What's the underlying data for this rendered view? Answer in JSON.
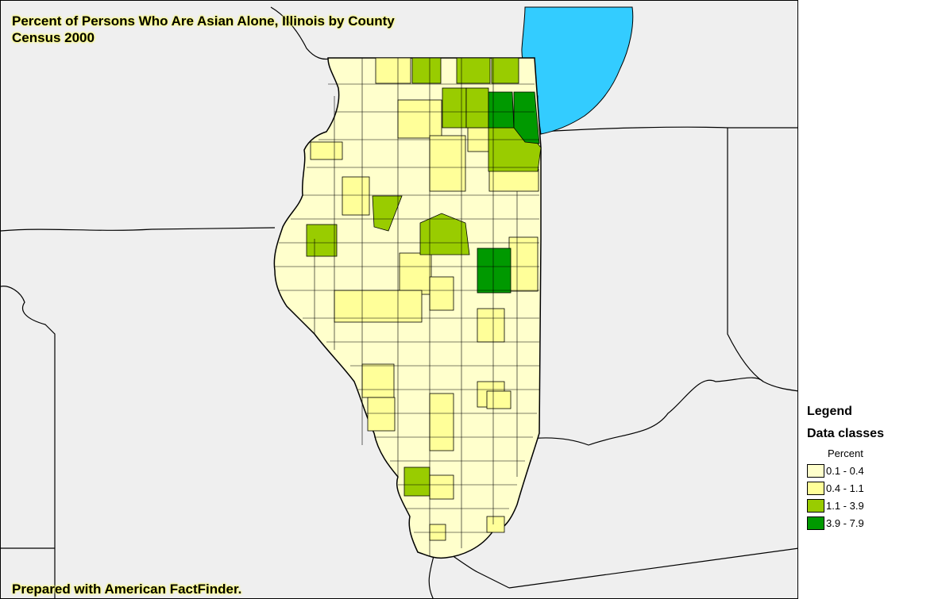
{
  "title": {
    "line1": "Percent of Persons Who Are Asian Alone, Illinois by County",
    "line2": "Census 2000"
  },
  "credit": "Prepared with American FactFinder.",
  "legend": {
    "title": "Legend",
    "subtitle": "Data classes",
    "unit": "Percent",
    "classes": [
      {
        "label": "0.1 - 0.4",
        "color": "#ffffcc"
      },
      {
        "label": "0.4 - 1.1",
        "color": "#ffff99"
      },
      {
        "label": "1.1 - 3.9",
        "color": "#99cc00"
      },
      {
        "label": "3.9 - 7.9",
        "color": "#009900"
      }
    ]
  },
  "colors": {
    "background": "#efefef",
    "lake": "#33ccff",
    "border": "#000000"
  }
}
